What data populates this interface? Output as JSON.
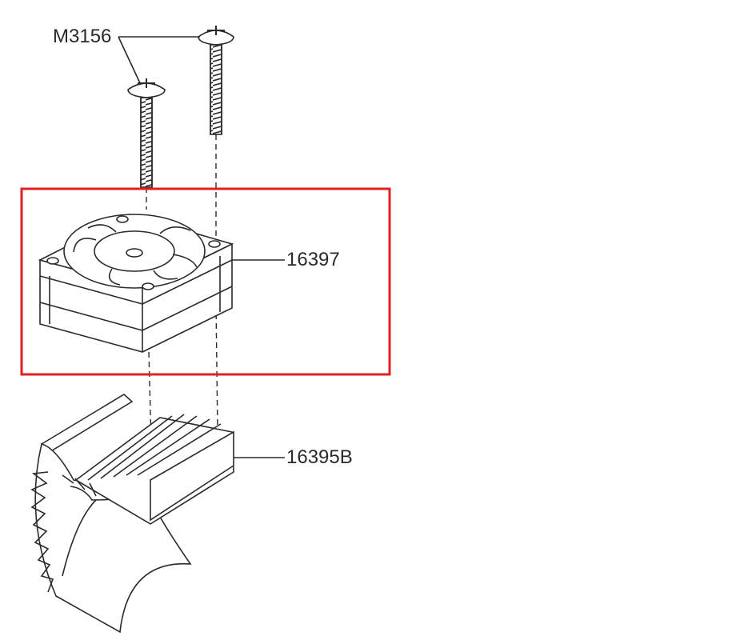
{
  "parts": {
    "screw": {
      "label": "M3156"
    },
    "fan": {
      "label": "16397"
    },
    "heatsink": {
      "label": "16395B"
    }
  },
  "highlight": {
    "color": "#e02020"
  },
  "line_color": "#2a2a2a"
}
